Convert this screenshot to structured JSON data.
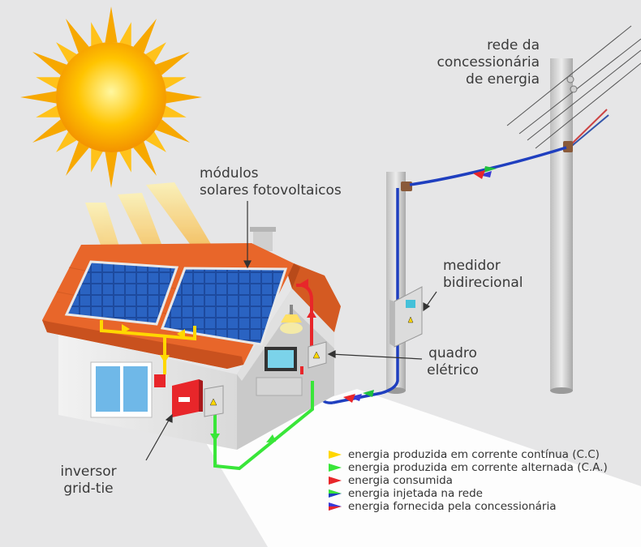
{
  "labels": {
    "solar_modules": [
      "módulos",
      "solares fotovoltaicos"
    ],
    "utility_grid": [
      "rede da",
      "concessionária",
      "de energia"
    ],
    "bidirectional_meter": [
      "medidor",
      "bidirecional"
    ],
    "electrical_panel": [
      "quadro",
      "elétrico"
    ],
    "inverter": [
      "inversor",
      "grid-tie"
    ]
  },
  "legend": [
    {
      "text": "energia produzida em corrente contínua (C.C)",
      "color": "#ffd700",
      "icon": "arrow-yellow-icon"
    },
    {
      "text": "energia produzida em corrente alternada (C.A.)",
      "color": "#39e639",
      "icon": "arrow-green-icon"
    },
    {
      "text": "energia consumida",
      "color": "#e8262a",
      "icon": "arrow-red-icon"
    },
    {
      "text": "energia injetada na rede",
      "color": "#2e7d32",
      "icon": "arrow-green-blue-icon"
    },
    {
      "text": "energia fornecida pela concessionária",
      "color": "#1f3fbf",
      "icon": "arrow-blue-icon"
    }
  ],
  "colors": {
    "dc": "#ffd700",
    "ac": "#39e639",
    "consumed": "#e8262a",
    "grid_line": "#1f3fbf",
    "roof": "#e8682a",
    "panel": "#1f4fa8"
  }
}
